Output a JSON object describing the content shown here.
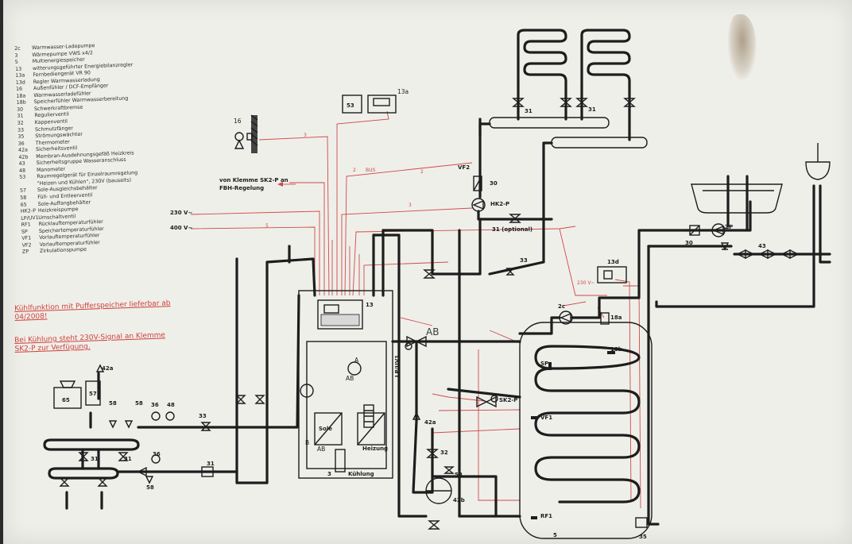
{
  "legend": [
    {
      "code": "2c",
      "text": "Warmwasser-Ladepumpe"
    },
    {
      "code": "3",
      "text": "Wärmepumpe VWS x4/2"
    },
    {
      "code": "5",
      "text": "Multienergiespeicher"
    },
    {
      "code": "13",
      "text": "witterungsgeführter Energiebilanzregler"
    },
    {
      "code": "13a",
      "text": "Fernbediengerät VR 90"
    },
    {
      "code": "13d",
      "text": "Regler Warmwasserladung"
    },
    {
      "code": "16",
      "text": "Außenfühler / DCF-Empfänger"
    },
    {
      "code": "18a",
      "text": "Warmwasserladefühler"
    },
    {
      "code": "18b",
      "text": "Speicherfühler Warmwasserbereitung"
    },
    {
      "code": "30",
      "text": "Schwerkraftbremse"
    },
    {
      "code": "31",
      "text": "Regulierventil"
    },
    {
      "code": "32",
      "text": "Kappenventil"
    },
    {
      "code": "33",
      "text": "Schmutzfänger"
    },
    {
      "code": "35",
      "text": "Strömungswächter"
    },
    {
      "code": "36",
      "text": "Thermometer"
    },
    {
      "code": "42a",
      "text": "Sicherheitsventil"
    },
    {
      "code": "42b",
      "text": "Membran-Ausdehnungsgefäß Heizkreis"
    },
    {
      "code": "43",
      "text": "Sicherheitsgruppe Wasseranschluss"
    },
    {
      "code": "48",
      "text": "Manometer"
    },
    {
      "code": "53",
      "text": "Raumregelgerät für Einzelraumregelung"
    },
    {
      "code": "",
      "text": "\"Heizen und Kühlen\", 230V (bauseits)"
    },
    {
      "code": "57",
      "text": "Sole-Ausgleichsbehälter"
    },
    {
      "code": "58",
      "text": "Füll- und Entleerventil"
    },
    {
      "code": "65",
      "text": "Sole-Auffangbehälter"
    },
    {
      "code": "HK2-P",
      "text": "Heizkreispumpe"
    },
    {
      "code": "LP/UV1",
      "text": "Umschaltventil"
    },
    {
      "code": "RF1",
      "text": "Rücklauftemperaturfühler"
    },
    {
      "code": "SP",
      "text": "Speichertemperaturfühler"
    },
    {
      "code": "VF1",
      "text": "Vorlauftemperaturfühler"
    },
    {
      "code": "VF2",
      "text": "Vorlauftemperaturfühler"
    },
    {
      "code": "ZP",
      "text": "Zirkulationspumpe"
    }
  ],
  "notes": {
    "note1": "Kühlfunktion mit Pufferspeicher lieferbar ab 04/2008!",
    "note2": "Bei Kühlung steht 230V-Signal an Klemme SK2-P zur Verfügung."
  },
  "labels": {
    "l16": "16",
    "l53": "53",
    "l13a": "13a",
    "l13": "13",
    "l13d": "13d",
    "l2c": "2c",
    "l18a": "18a",
    "l18b": "18b",
    "l5": "5",
    "l35": "35",
    "l3": "3",
    "lkuehlung": "Kühlung",
    "lheizung": "Heizung",
    "lsole": "Sole",
    "lvf2": "VF2",
    "l30a": "30",
    "l30b": "30",
    "lhk2p": "HK2-P",
    "l31opt": "31 (optional)",
    "l33a": "33",
    "l33b": "33",
    "lzp": "ZP",
    "l43": "43",
    "l31a": "31",
    "l31b": "31",
    "l31c": "31",
    "l31d": "31",
    "l31e": "31",
    "lsp": "SP",
    "lvf1": "VF1",
    "lrf1": "RF1",
    "lsk2p": "SK2-P",
    "llpuv1": "LP/UV1",
    "l42a1": "42a",
    "l42a2": "42a",
    "l42b": "42b",
    "l32": "32",
    "l58a": "58",
    "l58b": "58",
    "l58c": "58",
    "l58d": "58",
    "l36a": "36",
    "l36b": "36",
    "l48": "48",
    "l57": "57",
    "l65": "65",
    "lab1": "AB",
    "lab2": "AB",
    "la": "A",
    "lb": "B",
    "lbus": "BUS",
    "lklemme1": "von Klemme SK2-P an",
    "lklemme2": "FBH-Regelung",
    "l230v": "230 V~",
    "l400v": "400 V~",
    "l230vb": "230 V~",
    "w3a": "3",
    "w3b": "3",
    "w2a": "2",
    "w2b": "2",
    "w2c": "2",
    "w5": "5",
    "hwAB": "AB"
  },
  "colors": {
    "paper": "#efefea",
    "ink": "#1d1d1d",
    "red_wire": "#cf4a48",
    "note_red": "#d0403a"
  }
}
